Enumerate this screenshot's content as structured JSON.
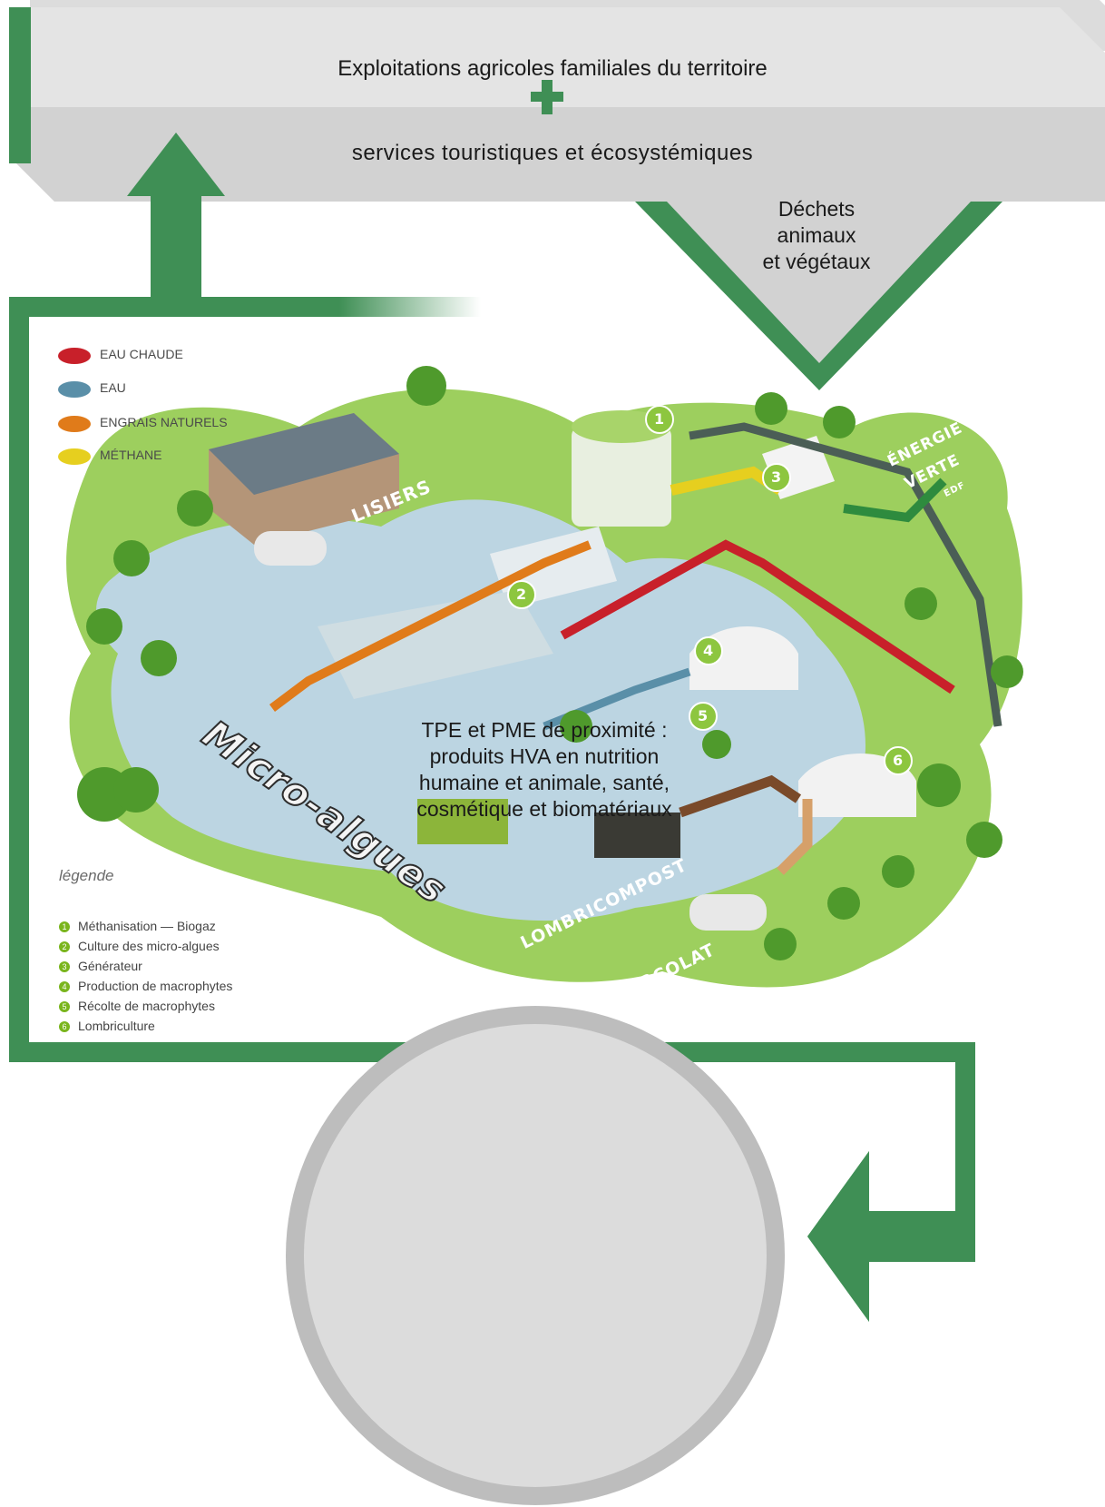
{
  "banner": {
    "line1": "Exploitations agricoles familiales du territoire",
    "line2": "services touristiques et écosystémiques"
  },
  "waste_label": "Déchets\nanimaux\net végétaux",
  "circle_text": "TPE et PME de proximité :\nproduits HVA en nutrition\nhumaine et animale, santé,\ncosmétique et biomatériaux",
  "legend_colors": [
    {
      "label": "EAU CHAUDE",
      "color": "#c8202a"
    },
    {
      "label": "EAU",
      "color": "#5a8fa8"
    },
    {
      "label": "ENGRAIS NATURELS",
      "color": "#e07b1a"
    },
    {
      "label": "MÉTHANE",
      "color": "#e6cf1f"
    }
  ],
  "legende_title": "légende",
  "steps": [
    {
      "num": "1",
      "label": "Méthanisation — Biogaz"
    },
    {
      "num": "2",
      "label": "Culture des micro-algues"
    },
    {
      "num": "3",
      "label": "Générateur"
    },
    {
      "num": "4",
      "label": "Production de macrophytes"
    },
    {
      "num": "5",
      "label": "Récolte de macrophytes"
    },
    {
      "num": "6",
      "label": "Lombriculture"
    }
  ],
  "map_labels": {
    "lisiers": "LISIERS",
    "micro_algues": "Micro-algues",
    "lombricompost": "LOMBRICOMPOST",
    "percolat": "PERCOLAT",
    "energie": "ÉNERGIE",
    "verte": "VERTE",
    "edf": "EDF"
  },
  "marker_numbers": [
    "1",
    "2",
    "3",
    "4",
    "5",
    "6"
  ],
  "colors": {
    "flow_green": "#3f8f55",
    "banner_light": "#e3e3e3",
    "banner_dark": "#cfcfcf",
    "circle_fill": "#dcdcdc",
    "circle_ring": "#bdbdbd",
    "land_green": "#9dcf5e",
    "water_blue": "#bcd5e2"
  }
}
